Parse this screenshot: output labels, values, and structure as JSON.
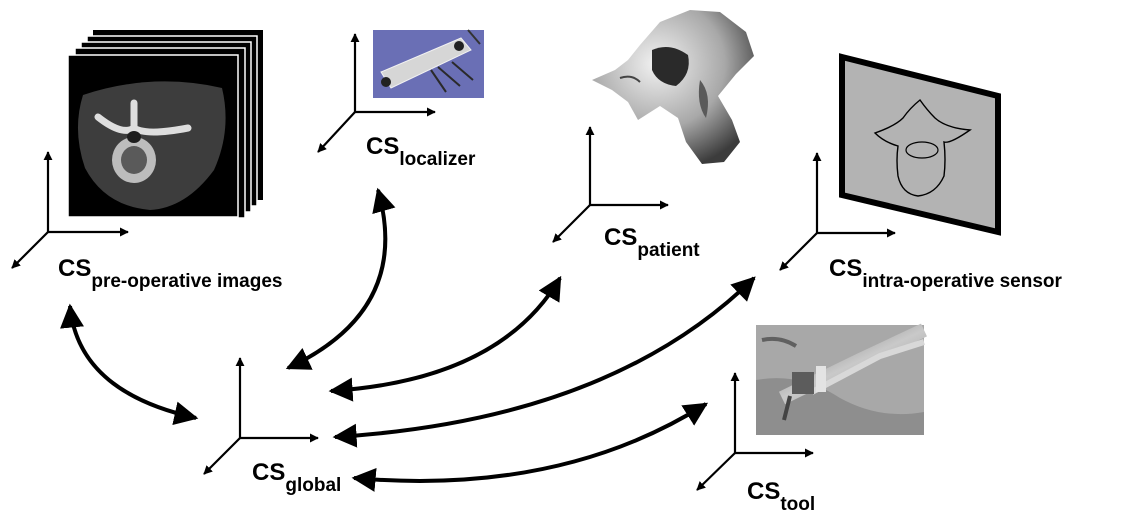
{
  "frames": [
    {
      "id": "pre-operative-images",
      "prefix": "CS",
      "subscript": "pre-operative images"
    },
    {
      "id": "localizer",
      "prefix": "CS",
      "subscript": "localizer"
    },
    {
      "id": "patient",
      "prefix": "CS",
      "subscript": "patient"
    },
    {
      "id": "intra-operative-sensor",
      "prefix": "CS",
      "subscript": "intra-operative sensor"
    },
    {
      "id": "global",
      "prefix": "CS",
      "subscript": "global"
    },
    {
      "id": "tool",
      "prefix": "CS",
      "subscript": "tool"
    }
  ],
  "images": {
    "ct_stack": "ct-scan-slice-stack",
    "localizer": "optical-localizer-camera-photo",
    "vertebra": "3d-vertebra-model",
    "sensor": "intra-operative-sensor-image-with-vertebra-contour",
    "tool": "surgical-tool-photo"
  },
  "colors": {
    "ink": "#000000",
    "sensor_plate": "#b3b3b3",
    "localizer_bg": "#6a6fb5"
  }
}
